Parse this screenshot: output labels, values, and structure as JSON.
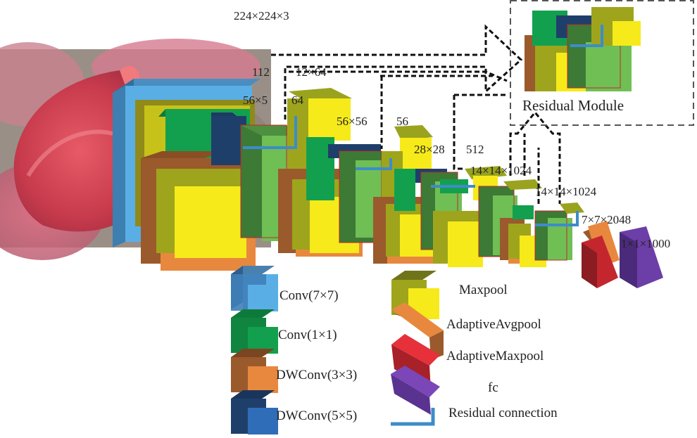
{
  "colors": {
    "conv7": "#5aaee6",
    "conv1": "#14a150",
    "dwconv3": "#e8883e",
    "dwconv5": "#2f6db8",
    "maxpool": "#f6ea1a",
    "maxpool_top": "#9ea51c",
    "avgpool": "#e8883e",
    "adaptive_maxpool": "#c4262e",
    "fc": "#6c3ea8",
    "residual": "#3d8cc9",
    "residual_module_green": "#5cbb4f",
    "dashed_arrow": "#111111"
  },
  "labels": {
    "input_size": "224×224×3",
    "s112": "112",
    "s112b": "12×64",
    "s56a": "56×5",
    "s56b": "64",
    "s56c": "56×56",
    "s56d": "56",
    "s28a": "28×28",
    "s28b": "512",
    "s14a": "14×14×1024",
    "s14b": "14×14×1024",
    "s7": "7×7×2048",
    "s1": "1×1×1000",
    "residual_module": "Residual Module"
  },
  "legend": [
    {
      "label": "Conv(7×7)",
      "icon": "conv7-block-icon"
    },
    {
      "label": "Conv(1×1)",
      "icon": "conv1-block-icon"
    },
    {
      "label": "DWConv(3×3)",
      "icon": "dwconv3-block-icon"
    },
    {
      "label": "DWConv(5×5)",
      "icon": "dwconv5-block-icon"
    },
    {
      "label": "Maxpool",
      "icon": "maxpool-block-icon"
    },
    {
      "label": "AdaptiveAvgpool",
      "icon": "avgpool-block-icon"
    },
    {
      "label": "AdaptiveMaxpool",
      "icon": "adaptive-maxpool-block-icon"
    },
    {
      "label": "fc",
      "icon": "fc-block-icon"
    },
    {
      "label": "Residual connection",
      "icon": "residual-connection-icon"
    }
  ]
}
